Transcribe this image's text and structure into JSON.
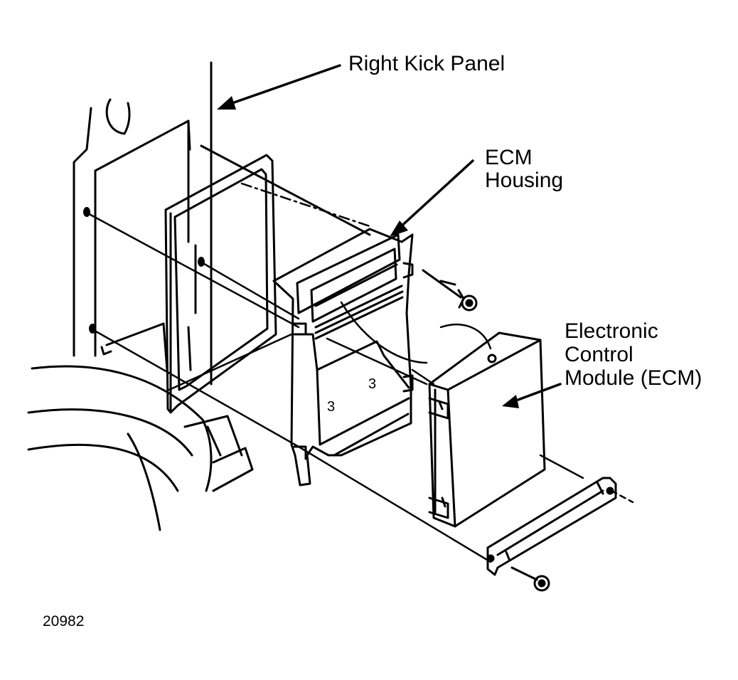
{
  "colors": {
    "ink": "#000000",
    "paper": "#ffffff"
  },
  "labels": {
    "kick_panel": "Right Kick Panel",
    "housing_line1": "ECM",
    "housing_line2": "Housing",
    "ecm_line1": "Electronic",
    "ecm_line2": "Control",
    "ecm_line3": "Module (ECM)"
  },
  "figure_number": "20982"
}
